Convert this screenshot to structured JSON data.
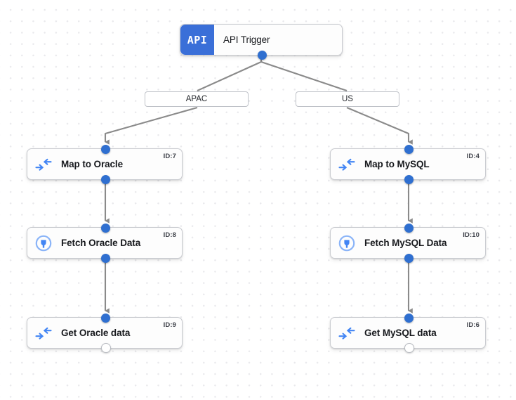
{
  "canvas": {
    "background": "#ffffff",
    "grid_dot_color": "#e9e9ec",
    "edge_color": "#8a8a8a",
    "port_color": "#2f6fd0",
    "accent_color": "#3a6fd8"
  },
  "trigger": {
    "badge_text": "API",
    "label": "API Trigger",
    "icon": "api-badge-icon"
  },
  "branches": [
    {
      "id": "apac",
      "label": "APAC"
    },
    {
      "id": "us",
      "label": "US"
    }
  ],
  "nodes": [
    {
      "id": "map-oracle",
      "label": "Map to Oracle",
      "id_badge": "ID:7",
      "icon": "merge-arrows-icon",
      "branch": "apac",
      "terminal": false
    },
    {
      "id": "fetch-oracle",
      "label": "Fetch Oracle Data",
      "id_badge": "ID:8",
      "icon": "connector-plug-icon",
      "branch": "apac",
      "terminal": false
    },
    {
      "id": "get-oracle",
      "label": "Get Oracle data",
      "id_badge": "ID:9",
      "icon": "merge-arrows-icon",
      "branch": "apac",
      "terminal": true
    },
    {
      "id": "map-mysql",
      "label": "Map to MySQL",
      "id_badge": "ID:4",
      "icon": "merge-arrows-icon",
      "branch": "us",
      "terminal": false
    },
    {
      "id": "fetch-mysql",
      "label": "Fetch MySQL Data",
      "id_badge": "ID:10",
      "icon": "connector-plug-icon",
      "branch": "us",
      "terminal": false
    },
    {
      "id": "get-mysql",
      "label": "Get MySQL data",
      "id_badge": "ID:6",
      "icon": "merge-arrows-icon",
      "branch": "us",
      "terminal": true
    }
  ],
  "edges": [
    {
      "from": "trigger",
      "to": "apac-label"
    },
    {
      "from": "trigger",
      "to": "us-label"
    },
    {
      "from": "apac-label",
      "to": "map-oracle"
    },
    {
      "from": "us-label",
      "to": "map-mysql"
    },
    {
      "from": "map-oracle",
      "to": "fetch-oracle"
    },
    {
      "from": "fetch-oracle",
      "to": "get-oracle"
    },
    {
      "from": "map-mysql",
      "to": "fetch-mysql"
    },
    {
      "from": "fetch-mysql",
      "to": "get-mysql"
    }
  ]
}
